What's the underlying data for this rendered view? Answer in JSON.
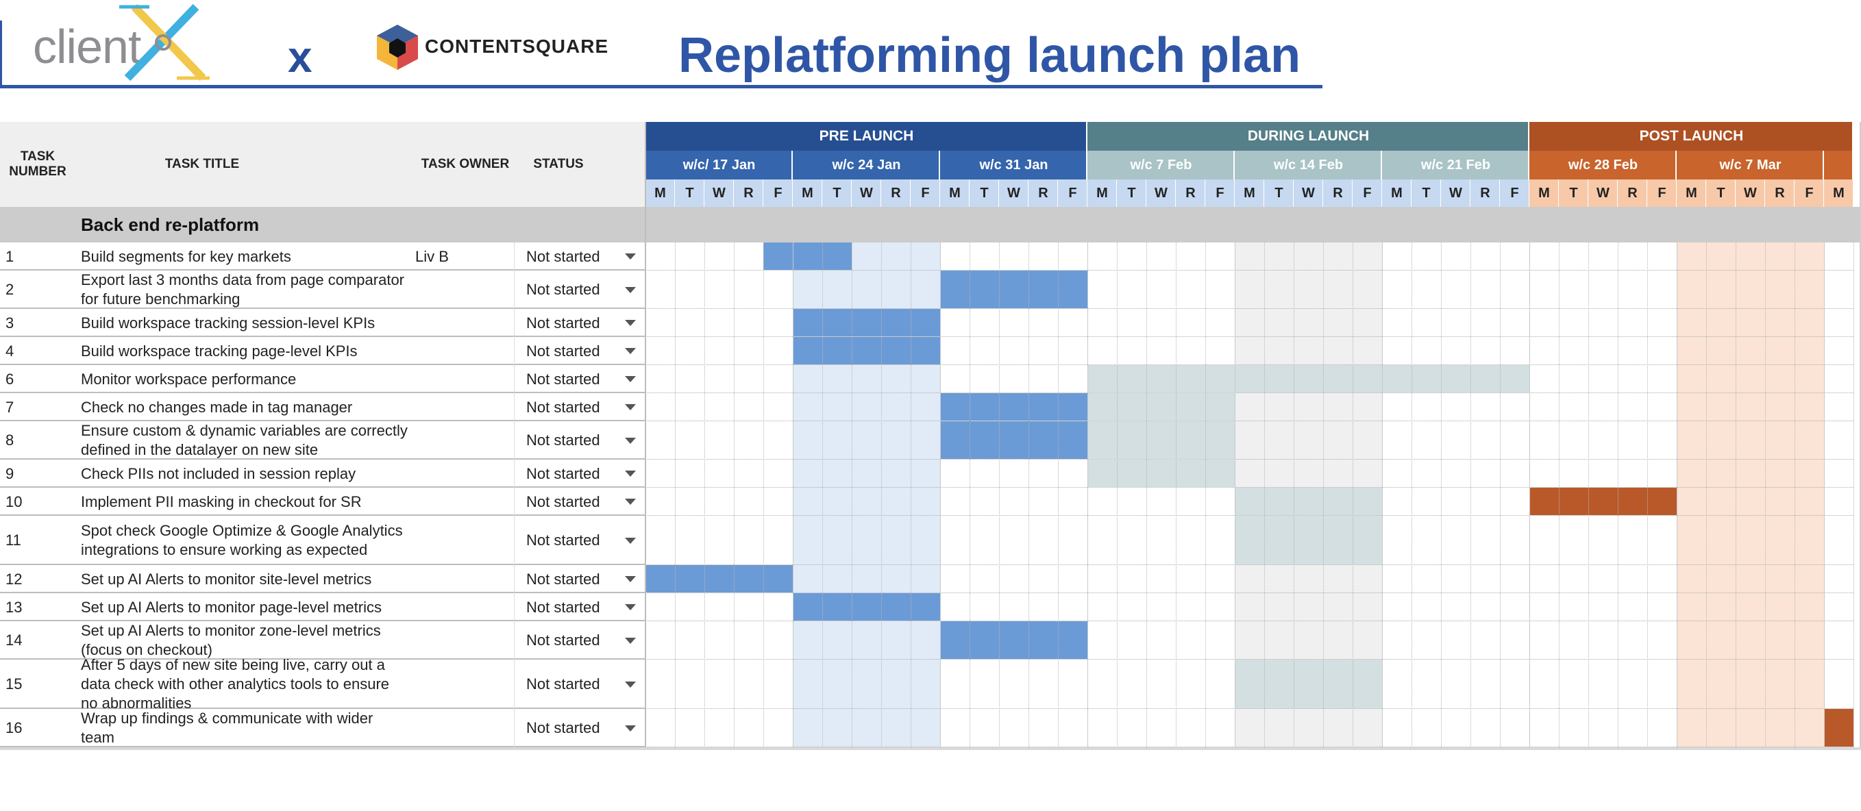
{
  "header": {
    "client_logo_text": "client",
    "client_logo_mark": "X",
    "times_sign": "x",
    "partner_name": "CONTENTSQUARE",
    "title": "Replatforming launch plan"
  },
  "columns": {
    "task_number": "TASK NUMBER",
    "task_title": "TASK TITLE",
    "task_owner": "TASK OWNER",
    "status": "STATUS"
  },
  "phases": [
    {
      "label": "PRE LAUNCH",
      "color": "#264f91",
      "days": 15
    },
    {
      "label": "DURING LAUNCH",
      "color": "#557f89",
      "days": 15
    },
    {
      "label": "POST LAUNCH",
      "color": "#ad5123",
      "days": 11
    }
  ],
  "weeks": [
    {
      "label": "w/c/ 17 Jan",
      "phase": 0,
      "days": 5
    },
    {
      "label": "w/c 24 Jan",
      "phase": 0,
      "days": 5
    },
    {
      "label": "w/c 31 Jan",
      "phase": 0,
      "days": 5
    },
    {
      "label": "w/c 7 Feb",
      "phase": 1,
      "days": 5
    },
    {
      "label": "w/c 14 Feb",
      "phase": 1,
      "days": 5
    },
    {
      "label": "w/c 21 Feb",
      "phase": 1,
      "days": 5
    },
    {
      "label": "w/c 28 Feb",
      "phase": 2,
      "days": 5
    },
    {
      "label": "w/c 7 Mar",
      "phase": 2,
      "days": 5
    },
    {
      "label": "",
      "phase": 2,
      "days": 1
    }
  ],
  "day_letters": [
    "M",
    "T",
    "W",
    "R",
    "F"
  ],
  "colors": {
    "phase_week_bg": [
      "#3565ac",
      "#a9c3c6",
      "#c8642c"
    ],
    "phase_week_text": [
      "#ffffff",
      "#ffffff",
      "#ffffff"
    ],
    "day_bg": [
      "#c6d9f1",
      "#c6d9f1",
      "#f7c9a9"
    ],
    "header_gray": "#efefef",
    "section_gray": "#cccccc",
    "bar_pre": "#6b9bd6",
    "bar_during": "#d3dfe1",
    "bar_post": "#b9592a",
    "week_tint": [
      "#ffffff",
      "#e1ebf7",
      "#ffffff",
      "#ffffff",
      "#f0f0f0",
      "#ffffff",
      "#ffffff",
      "#fbe4d5",
      "#ffffff"
    ],
    "during_tint_light": "#e3ebed"
  },
  "section": {
    "label": "Back end re-platform"
  },
  "tasks": [
    {
      "num": "1",
      "title": "Build segments for key markets",
      "owner": "Liv B",
      "status": "Not started",
      "lines": 1,
      "bar": [
        4,
        7
      ],
      "kind": "pre"
    },
    {
      "num": "2",
      "title": "Export last 3 months data from page comparator for future benchmarking",
      "owner": "",
      "status": "Not started",
      "lines": 2,
      "bar": [
        10,
        15
      ],
      "kind": "pre"
    },
    {
      "num": "3",
      "title": "Build workspace tracking session-level KPIs",
      "owner": "",
      "status": "Not started",
      "lines": 1,
      "bar": [
        5,
        10
      ],
      "kind": "pre"
    },
    {
      "num": "4",
      "title": "Build workspace tracking page-level KPIs",
      "owner": "",
      "status": "Not started",
      "lines": 1,
      "bar": [
        5,
        10
      ],
      "kind": "pre"
    },
    {
      "num": "6",
      "title": "Monitor workspace performance",
      "owner": "",
      "status": "Not started",
      "lines": 1,
      "bar": [
        15,
        30
      ],
      "kind": "during"
    },
    {
      "num": "7",
      "title": "Check no changes made in tag manager",
      "owner": "",
      "status": "Not started",
      "lines": 1,
      "bar": [
        10,
        15
      ],
      "kind": "pre",
      "bar2": [
        15,
        20
      ],
      "kind2": "during"
    },
    {
      "num": "8",
      "title": "Ensure custom & dynamic variables are correctly defined in the datalayer on new site",
      "owner": "",
      "status": "Not started",
      "lines": 2,
      "bar": [
        10,
        15
      ],
      "kind": "pre",
      "bar2": [
        15,
        20
      ],
      "kind2": "during"
    },
    {
      "num": "9",
      "title": "Check PIIs not included in session replay",
      "owner": "",
      "status": "Not started",
      "lines": 1,
      "bar": [
        15,
        20
      ],
      "kind": "during"
    },
    {
      "num": "10",
      "title": "Implement PII masking in checkout for SR",
      "owner": "",
      "status": "Not started",
      "lines": 1,
      "bar": [
        20,
        25
      ],
      "kind": "during",
      "bar2": [
        30,
        35
      ],
      "kind2": "post"
    },
    {
      "num": "11",
      "title": "Spot check Google Optimize & Google Analytics integrations to ensure working as expected",
      "owner": "",
      "status": "Not started",
      "lines": 3,
      "bar": [
        20,
        25
      ],
      "kind": "during"
    },
    {
      "num": "12",
      "title": "Set up AI Alerts to monitor site-level metrics",
      "owner": "",
      "status": "Not started",
      "lines": 1,
      "bar": [
        0,
        5
      ],
      "kind": "pre"
    },
    {
      "num": "13",
      "title": "Set up AI Alerts to monitor page-level metrics",
      "owner": "",
      "status": "Not started",
      "lines": 1,
      "bar": [
        5,
        10
      ],
      "kind": "pre"
    },
    {
      "num": "14",
      "title": "Set up AI Alerts to monitor zone-level metrics (focus on checkout)",
      "owner": "",
      "status": "Not started",
      "lines": 2,
      "bar": [
        10,
        15
      ],
      "kind": "pre"
    },
    {
      "num": "15",
      "title": "After 5 days of new site being live, carry out a data check with other analytics tools to ensure no abnormalities",
      "owner": "",
      "status": "Not started",
      "lines": 3,
      "bar": [
        20,
        25
      ],
      "kind": "during"
    },
    {
      "num": "16",
      "title": "Wrap up findings & communicate with wider team",
      "owner": "",
      "status": "Not started",
      "lines": 2,
      "bar": [
        40,
        41
      ],
      "kind": "post"
    }
  ]
}
